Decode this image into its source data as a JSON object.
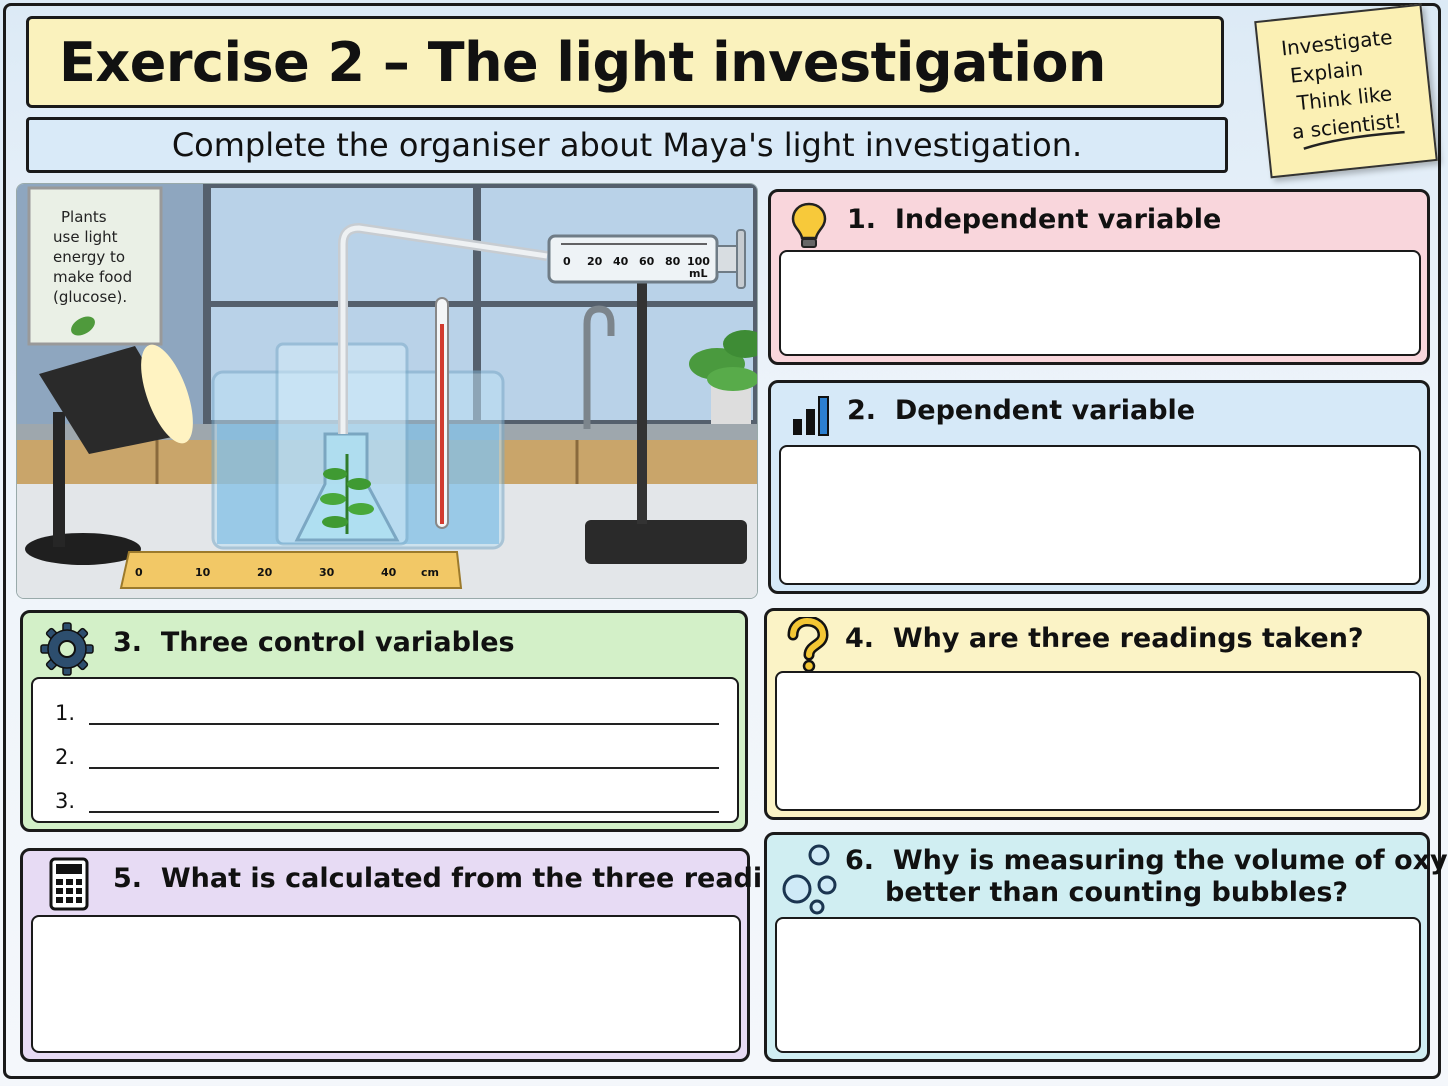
{
  "header": {
    "title": "Exercise 2 – The light investigation",
    "subtitle": "Complete the organiser about Maya's light investigation."
  },
  "sticky_note": {
    "lines": [
      "Investigate",
      "Explain",
      "Think like",
      "a scientist!"
    ]
  },
  "illustration": {
    "poster_lines": [
      "Plants",
      "use light",
      "energy to",
      "make food",
      "(glucose)."
    ],
    "syringe_ticks": [
      "0",
      "20",
      "40",
      "60",
      "80",
      "100"
    ],
    "syringe_unit": "mL",
    "ruler_ticks": [
      "0",
      "10",
      "20",
      "30",
      "40"
    ],
    "ruler_unit": "cm"
  },
  "cards": {
    "independent": {
      "number": "1.",
      "title": "Independent variable",
      "color": "#f9d6dc",
      "icon": "lightbulb-icon"
    },
    "dependent": {
      "number": "2.",
      "title": "Dependent variable",
      "color": "#d6e9f8",
      "icon": "bar-chart-icon"
    },
    "controls": {
      "number": "3.",
      "title": "Three control variables",
      "color": "#d3f0c8",
      "icon": "gear-icon",
      "line_labels": [
        "1.",
        "2.",
        "3."
      ]
    },
    "readings": {
      "number": "4.",
      "title": "Why are three readings taken?",
      "color": "#fbf3c6",
      "icon": "question-mark-icon"
    },
    "calculated": {
      "number": "5.",
      "title": "What is calculated from the three readings?",
      "color": "#e7dbf4",
      "icon": "calculator-icon"
    },
    "oxygen": {
      "number": "6.",
      "title_line1": "Why is measuring the volume of oxygen",
      "title_line2": "better than counting bubbles?",
      "color": "#d0eef2",
      "icon": "bubbles-icon"
    }
  }
}
